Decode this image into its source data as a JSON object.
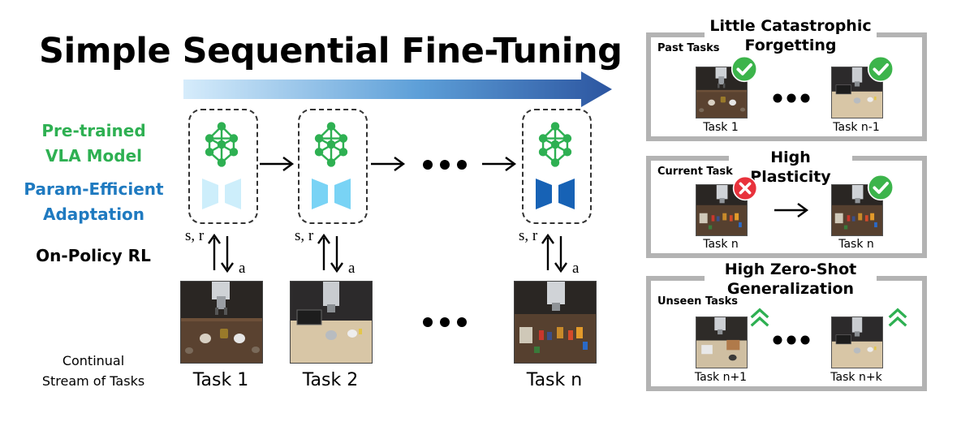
{
  "title": "Simple Sequential Fine-Tuning",
  "left_labels": {
    "pretrained": "Pre-trained\nVLA Model",
    "param_efficient": "Param-Efficient\nAdaptation",
    "on_policy": "On-Policy RL",
    "stream": "Continual\nStream of Tasks"
  },
  "interaction": {
    "state_reward": "s, r",
    "action": "a"
  },
  "tasks": [
    "Task 1",
    "Task 2",
    "Task n"
  ],
  "panels": {
    "forgetting": {
      "title": "Little Catastrophic\nForgetting",
      "sub": "Past Tasks",
      "left_task": "Task 1",
      "right_task": "Task n-1"
    },
    "plasticity": {
      "title": "High Plasticity",
      "sub": "Current Task",
      "left_task": "Task n",
      "right_task": "Task n"
    },
    "generalization": {
      "title": "High Zero-Shot\nGeneralization",
      "sub": "Unseen Tasks",
      "left_task": "Task n+1",
      "right_task": "Task n+k"
    }
  },
  "colors": {
    "green": "#2eb052",
    "blue": "#1f7ac0",
    "adapter_light": "#cdeefb",
    "adapter_mid": "#79d3f5",
    "adapter_dark": "#1762b5",
    "check": "#3cb44b",
    "cross": "#e8323c",
    "panel_border": "#b3b3b3"
  },
  "icons": [
    "neural-network-icon",
    "adapter-icon",
    "check-icon",
    "cross-icon",
    "double-chevron-up-icon",
    "ellipsis-icon"
  ]
}
